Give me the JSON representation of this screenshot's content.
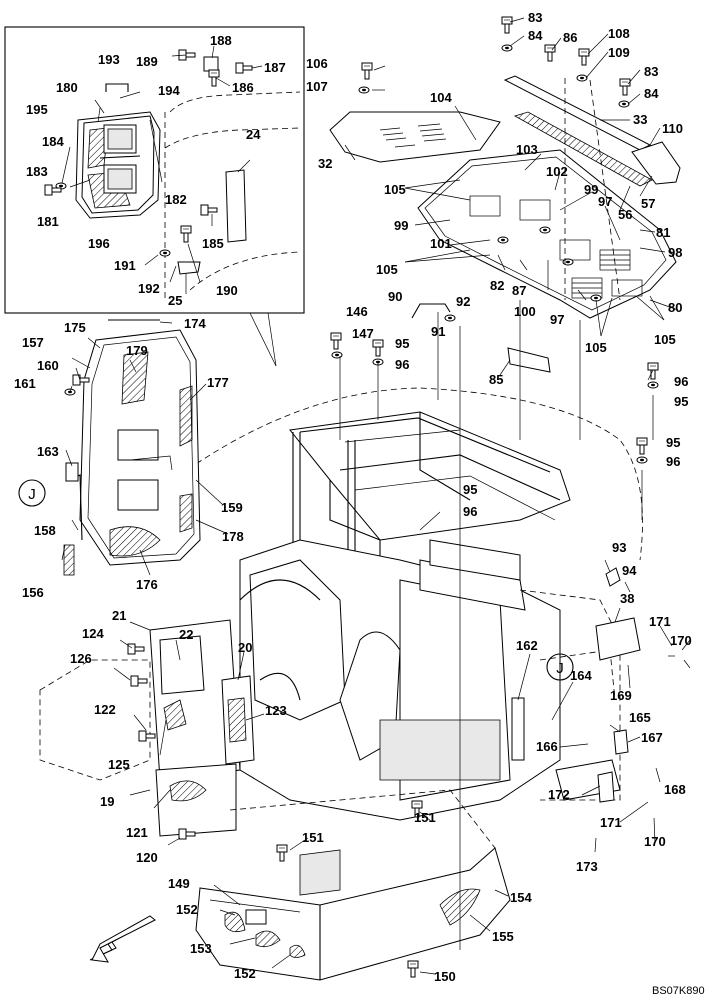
{
  "figure_code": "BS07K890",
  "detail_markers": [
    "J",
    "J"
  ],
  "part_labels": {
    "p19": "19",
    "p20": "20",
    "p21": "21",
    "p22": "22",
    "p24": "24",
    "p25": "25",
    "p32": "32",
    "p33": "33",
    "p38": "38",
    "p56": "56",
    "p57": "57",
    "p80": "80",
    "p81": "81",
    "p82": "82",
    "p83a": "83",
    "p83b": "83",
    "p84a": "84",
    "p84b": "84",
    "p85": "85",
    "p86": "86",
    "p87": "87",
    "p90": "90",
    "p91": "91",
    "p92": "92",
    "p93": "93",
    "p94": "94",
    "p95a": "95",
    "p95b": "95",
    "p95c": "95",
    "p95d": "95",
    "p96a": "96",
    "p96b": "96",
    "p96c": "96",
    "p96d": "96",
    "p97a": "97",
    "p97b": "97",
    "p98": "98",
    "p99a": "99",
    "p99b": "99",
    "p100": "100",
    "p101": "101",
    "p102": "102",
    "p103": "103",
    "p104": "104",
    "p105a": "105",
    "p105b": "105",
    "p105c": "105",
    "p105d": "105",
    "p106": "106",
    "p107": "107",
    "p108": "108",
    "p109": "109",
    "p110": "110",
    "p120": "120",
    "p121": "121",
    "p122": "122",
    "p123": "123",
    "p124": "124",
    "p125": "125",
    "p126": "126",
    "p146": "146",
    "p147": "147",
    "p149": "149",
    "p150": "150",
    "p151a": "151",
    "p151b": "151",
    "p152a": "152",
    "p152b": "152",
    "p153": "153",
    "p154": "154",
    "p155": "155",
    "p156": "156",
    "p157": "157",
    "p158": "158",
    "p159": "159",
    "p160": "160",
    "p161": "161",
    "p162": "162",
    "p163": "163",
    "p164": "164",
    "p165": "165",
    "p166": "166",
    "p167": "167",
    "p168": "168",
    "p169": "169",
    "p170a": "170",
    "p170b": "170",
    "p171a": "171",
    "p171b": "171",
    "p172": "172",
    "p173": "173",
    "p174": "174",
    "p175": "175",
    "p176": "176",
    "p177": "177",
    "p178": "178",
    "p179": "179",
    "p180": "180",
    "p181": "181",
    "p182": "182",
    "p183": "183",
    "p184": "184",
    "p185": "185",
    "p186": "186",
    "p187": "187",
    "p188": "188",
    "p189": "189",
    "p190": "190",
    "p191": "191",
    "p192": "192",
    "p193": "193",
    "p194": "194",
    "p195": "195",
    "p196": "196"
  },
  "icons": {
    "bolt": "bolt-icon",
    "washer": "washer-icon",
    "arrow": "front-direction-arrow-icon"
  }
}
